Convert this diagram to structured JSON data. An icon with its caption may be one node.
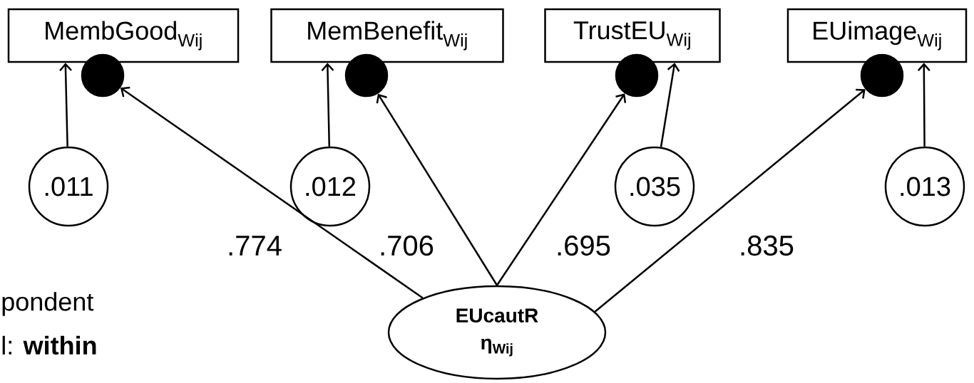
{
  "diagram": {
    "nodes": [
      {
        "text": [
          "MembGood$_{Wij}$"
        ]
      },
      {
        "text": [
          "MemBenefit$_{Wij}$"
        ]
      },
      {
        "text": [
          "TrustEU$_{Wij}$"
        ]
      },
      {
        "text": [
          "EUimage$_{Wij}$"
        ]
      },
      {
        "text": [],
        "shape": "circle"
      },
      {
        "text": [],
        "shape": "circle"
      },
      {
        "text": [],
        "shape": "circle"
      },
      {
        "text": [],
        "shape": "circle"
      },
      {
        "text": [
          ".011"
        ]
      },
      {
        "text": [
          ".012"
        ]
      },
      {
        "text": [
          ".035"
        ]
      },
      {
        "text": [
          ".013"
        ]
      },
      {
        "text": [
          "EUcautR",
          "η$_{Wij}$"
        ]
      }
    ],
    "edges": [
      {
        "from": 8,
        "to": 0,
        "arrow": "to"
      },
      {
        "from": 9,
        "to": 1,
        "arrow": "to"
      },
      {
        "from": 10,
        "to": 2,
        "arrow": "to"
      },
      {
        "from": 11,
        "to": 3,
        "arrow": "to"
      },
      {
        "from": 12,
        "to": 4,
        "arrow": "to",
        "label": ".774"
      },
      {
        "from": 12,
        "to": 5,
        "arrow": "to",
        "label": ".706"
      },
      {
        "from": 12,
        "to": 6,
        "arrow": "to",
        "label": ".695"
      },
      {
        "from": 12,
        "to": 7,
        "arrow": "to",
        "label": ".835"
      }
    ],
    "labels": [
      "pondent",
      "l: **within**"
    ]
  }
}
